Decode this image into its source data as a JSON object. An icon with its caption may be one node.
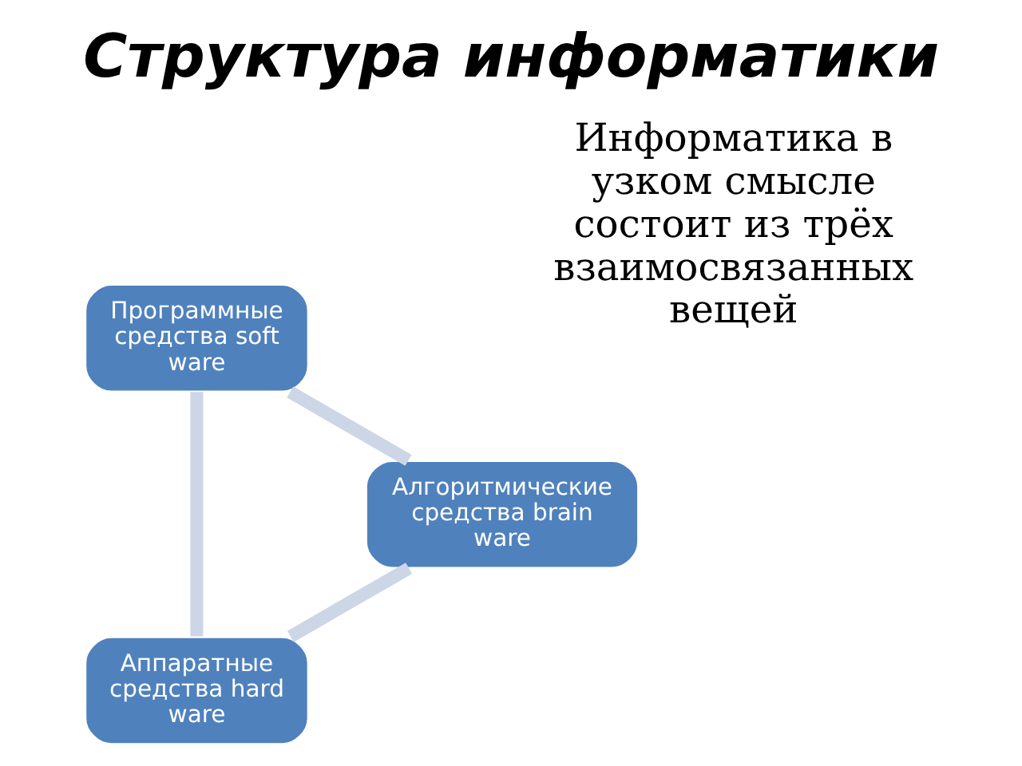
{
  "diagram": {
    "title": "Структура информатики",
    "nodes": [
      {
        "text": [
          "Аппаратные средства hard ware"
        ]
      },
      {
        "text": [
          "Программные средства soft ware"
        ]
      },
      {
        "text": [
          "Алгоритмические средства brain ware"
        ]
      }
    ],
    "edges": [
      {
        "from": 0,
        "to": 1,
        "arrow": "none"
      },
      {
        "from": 1,
        "to": 2,
        "arrow": "none"
      },
      {
        "from": 2,
        "to": 0,
        "arrow": "none"
      }
    ],
    "labels": [
      "Информатика в узком смысле состоит из трёх взаимосвязанных вещей"
    ]
  }
}
